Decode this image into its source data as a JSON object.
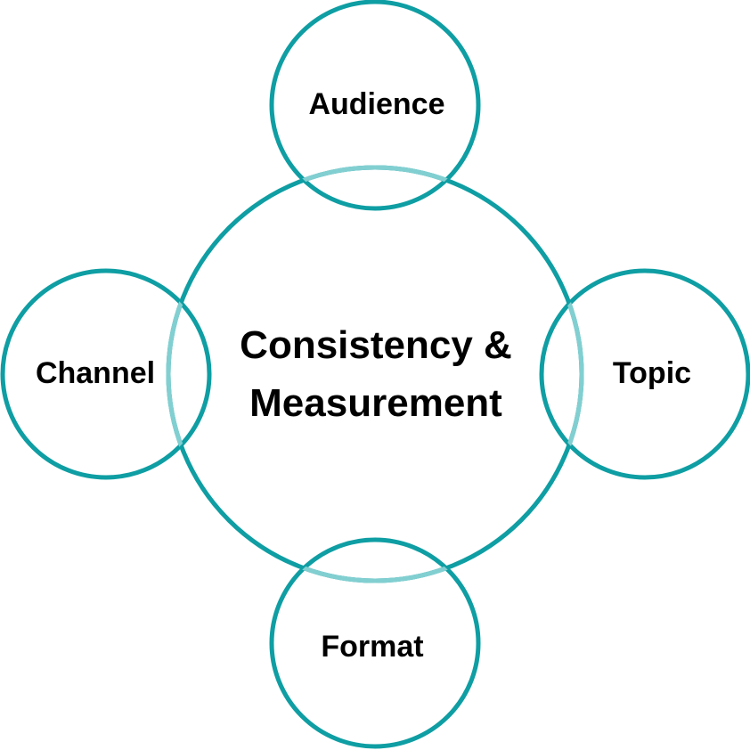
{
  "colors": {
    "ring": "#0e9ea3",
    "overlap": "#82cfd1",
    "text": "#000000",
    "background": "#ffffff"
  },
  "center": {
    "line1": "Consistency &",
    "line2": "Measurement"
  },
  "satellites": {
    "top": "Audience",
    "left": "Channel",
    "right": "Topic",
    "bottom": "Format"
  }
}
